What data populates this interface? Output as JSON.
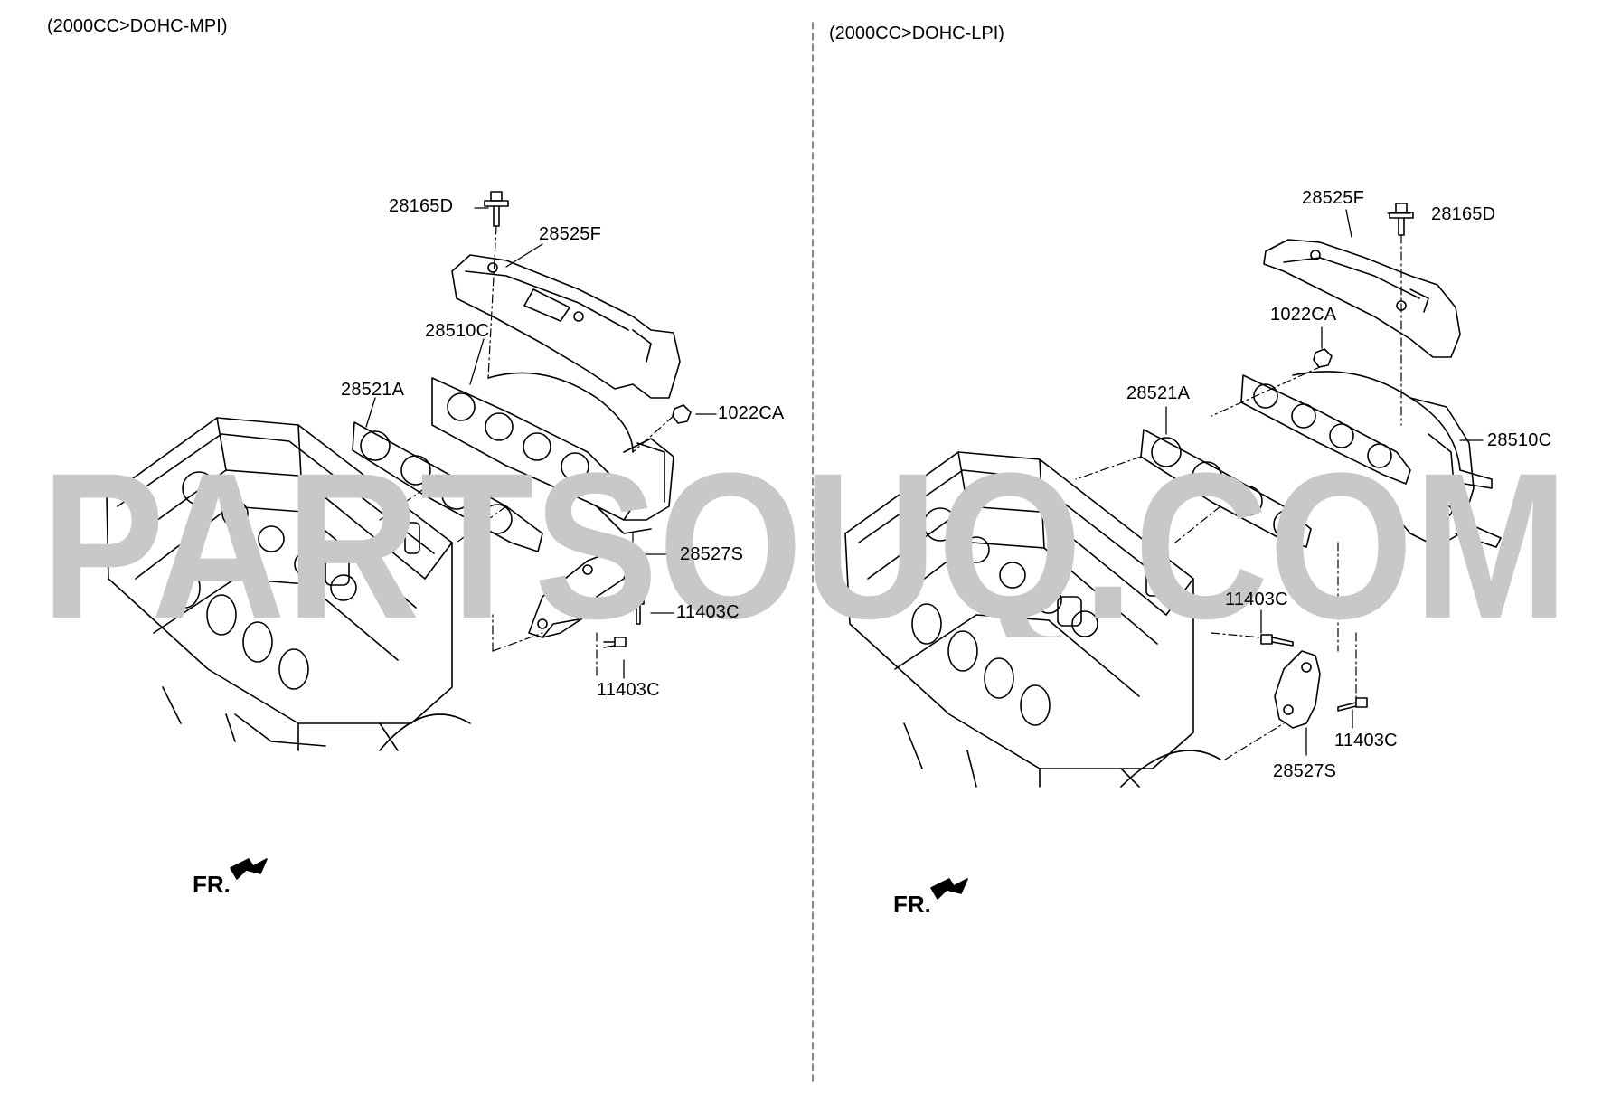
{
  "panels": [
    {
      "title": "(2000CC>DOHC-MPI)",
      "labels": {
        "bolt_top": "28165D",
        "heat_shield": "28525F",
        "manifold": "28510C",
        "gasket": "28521A",
        "nut": "1022CA",
        "bracket": "28527S",
        "bolt_a": "11403C",
        "bolt_b": "11403C"
      },
      "front": "FR."
    },
    {
      "title": "(2000CC>DOHC-LPI)",
      "labels": {
        "heat_shield": "28525F",
        "bolt_top": "28165D",
        "nut": "1022CA",
        "gasket": "28521A",
        "manifold": "28510C",
        "bolt_a": "11403C",
        "bolt_b": "11403C",
        "bracket": "28527S"
      },
      "front": "FR."
    }
  ],
  "watermark": "PARTSOUQ.COM",
  "colors": {
    "line": "#000000",
    "watermark": "#c8c8c8",
    "divider": "#555555"
  }
}
